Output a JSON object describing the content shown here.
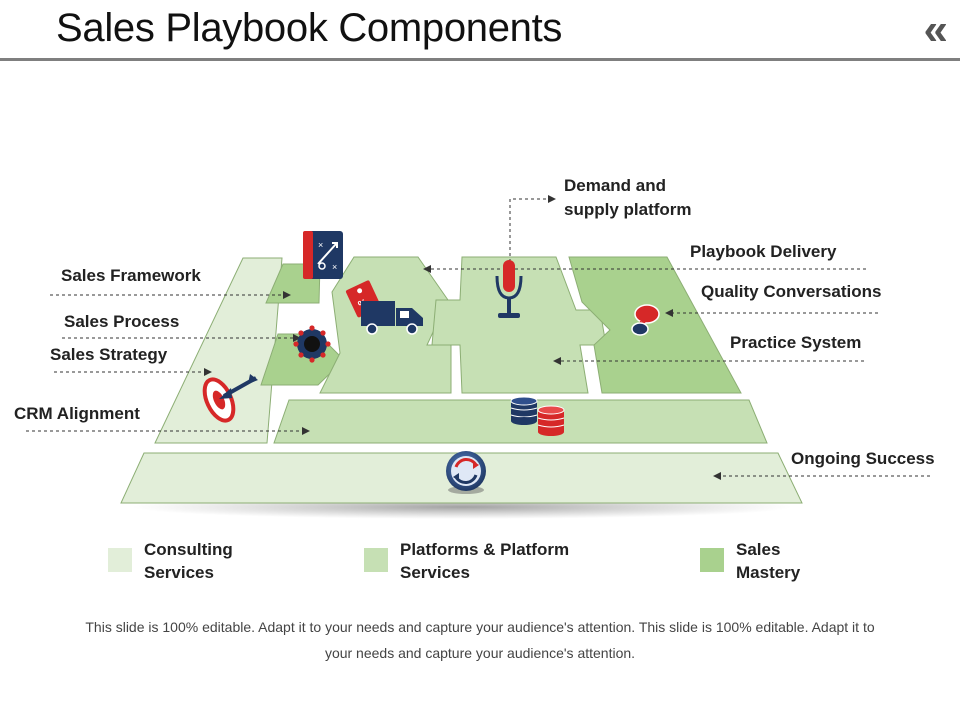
{
  "header": {
    "title": "Sales Playbook Components",
    "nav_back_glyph": "«"
  },
  "labels": {
    "demand_supply": "Demand and\nsupply platform",
    "playbook_delivery": "Playbook Delivery",
    "sales_framework": "Sales Framework",
    "quality_conversations": "Quality Conversations",
    "sales_process": "Sales Process",
    "practice_system": "Practice System",
    "sales_strategy": "Sales Strategy",
    "crm_alignment": "CRM Alignment",
    "ongoing_success": "Ongoing Success"
  },
  "legend": [
    {
      "label": "Consulting\nServices",
      "color": "#e2eed9"
    },
    {
      "label": "Platforms & Platform\nServices",
      "color": "#c6e0b4"
    },
    {
      "label": "Sales\nMastery",
      "color": "#a9d18e"
    }
  ],
  "footer": {
    "text": "This slide is 100% editable. Adapt it to your needs and capture your audience's attention. This slide is 100% editable. Adapt it to your needs and capture your audience's attention."
  },
  "colors": {
    "light": "#e2eed9",
    "medium": "#c6e0b4",
    "dark": "#a9d18e",
    "outline": "#8cae74",
    "accent_red": "#d62828",
    "accent_navy": "#1f3864"
  },
  "icons": [
    "strategy-board-icon",
    "price-tag-icon",
    "delivery-truck-icon",
    "microphone-icon",
    "chat-bubbles-icon",
    "gear-icon",
    "target-icon",
    "database-icon",
    "refresh-cycle-icon",
    "back-chevrons-icon"
  ]
}
